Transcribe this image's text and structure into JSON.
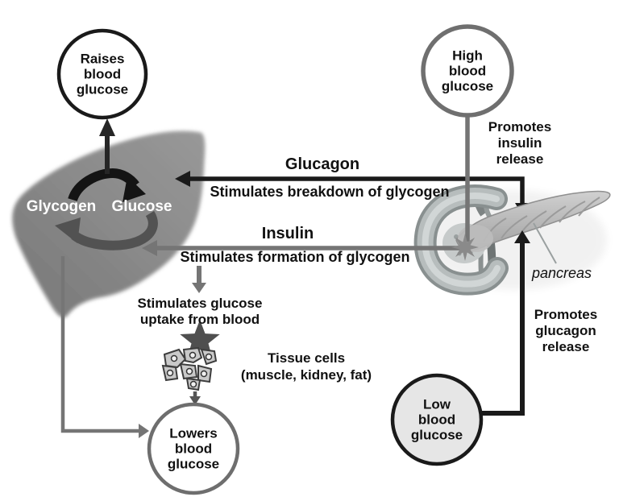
{
  "colors": {
    "background": "#ffffff",
    "black_line": "#1a1a1a",
    "gray_line": "#757575",
    "liver_fill": "#8a8a8a",
    "liver_text": "#ffffff",
    "node_fill": "#ffffff",
    "low_node_fill": "#e6e6e6",
    "raises_border": "#1a1a1a",
    "high_border": "#6f6f6f",
    "lowers_border": "#6e6e6e",
    "low_border": "#1a1a1a",
    "text": "#111111"
  },
  "nodes": {
    "raises": {
      "lines": [
        "Raises",
        "blood",
        "glucose"
      ]
    },
    "high": {
      "lines": [
        "High",
        "blood",
        "glucose"
      ]
    },
    "lowers": {
      "lines": [
        "Lowers",
        "blood",
        "glucose"
      ]
    },
    "low": {
      "lines": [
        "Low",
        "blood",
        "glucose"
      ]
    }
  },
  "liver": {
    "glycogen_label": "Glycogen",
    "glucose_label": "Glucose"
  },
  "pancreas_label": "pancreas",
  "pathways": {
    "glucagon": {
      "hormone": "Glucagon",
      "action": "Stimulates breakdown of glycogen"
    },
    "insulin": {
      "hormone": "Insulin",
      "action": "Stimulates formation of glycogen"
    },
    "uptake": {
      "lines": [
        "Stimulates glucose",
        "uptake from blood"
      ]
    },
    "promotes_insulin": {
      "lines": [
        "Promotes",
        "insulin",
        "release"
      ]
    },
    "promotes_glucagon": {
      "lines": [
        "Promotes",
        "glucagon",
        "release"
      ]
    }
  },
  "tissue": {
    "lines": [
      "Tissue cells",
      "(muscle, kidney, fat)"
    ]
  }
}
